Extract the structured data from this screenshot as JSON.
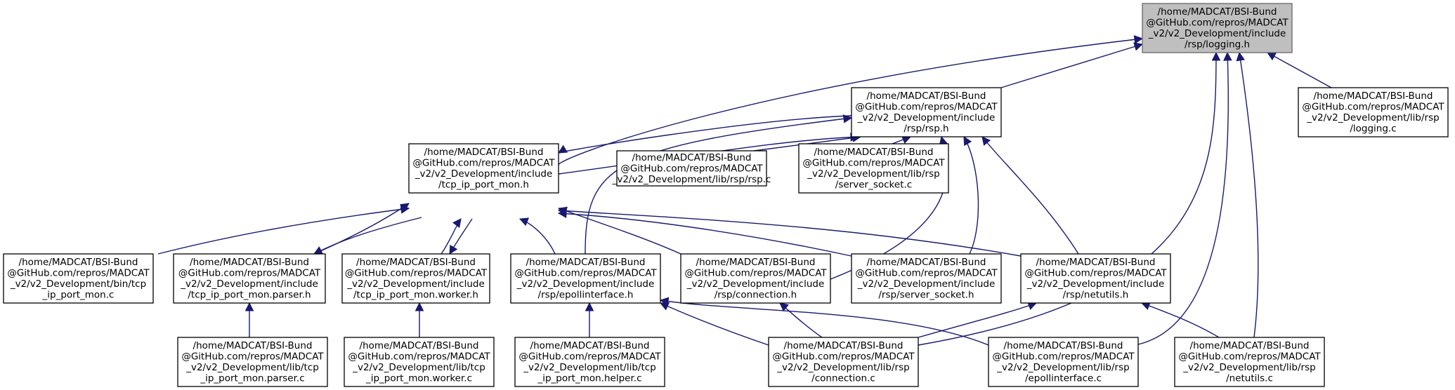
{
  "colors": {
    "edge": "#191970",
    "root_fill": "#bfbfbf",
    "node_border": "#000000"
  },
  "nodes": [
    {
      "id": "logging_h",
      "root": true,
      "lines": [
        "/home/MADCAT/BSI-Bund",
        "@GitHub.com/repros/MADCAT",
        "_v2/v2_Development/include",
        "/rsp/logging.h"
      ]
    },
    {
      "id": "rsp_h",
      "lines": [
        "/home/MADCAT/BSI-Bund",
        "@GitHub.com/repros/MADCAT",
        "_v2/v2_Development/include",
        "/rsp/rsp.h"
      ]
    },
    {
      "id": "logging_c",
      "lines": [
        "/home/MADCAT/BSI-Bund",
        "@GitHub.com/repros/MADCAT",
        "_v2/v2_Development/lib/rsp",
        "/logging.c"
      ]
    },
    {
      "id": "tcp_h",
      "lines": [
        "/home/MADCAT/BSI-Bund",
        "@GitHub.com/repros/MADCAT",
        "_v2/v2_Development/include",
        "/tcp_ip_port_mon.h"
      ]
    },
    {
      "id": "rsp_c",
      "lines": [
        "/home/MADCAT/BSI-Bund",
        "@GitHub.com/repros/MADCAT",
        "_v2/v2_Development/lib/rsp/rsp.c"
      ]
    },
    {
      "id": "server_socket_c",
      "lines": [
        "/home/MADCAT/BSI-Bund",
        "@GitHub.com/repros/MADCAT",
        "_v2/v2_Development/lib/rsp",
        "/server_socket.c"
      ]
    },
    {
      "id": "tcp_c",
      "lines": [
        "/home/MADCAT/BSI-Bund",
        "@GitHub.com/repros/MADCAT",
        "_v2/v2_Development/bin/tcp",
        "_ip_port_mon.c"
      ]
    },
    {
      "id": "parser_h",
      "lines": [
        "/home/MADCAT/BSI-Bund",
        "@GitHub.com/repros/MADCAT",
        "_v2/v2_Development/include",
        "/tcp_ip_port_mon.parser.h"
      ]
    },
    {
      "id": "worker_h",
      "lines": [
        "/home/MADCAT/BSI-Bund",
        "@GitHub.com/repros/MADCAT",
        "_v2/v2_Development/include",
        "/tcp_ip_port_mon.worker.h"
      ]
    },
    {
      "id": "epoll_h",
      "lines": [
        "/home/MADCAT/BSI-Bund",
        "@GitHub.com/repros/MADCAT",
        "_v2/v2_Development/include",
        "/rsp/epollinterface.h"
      ]
    },
    {
      "id": "connection_h",
      "lines": [
        "/home/MADCAT/BSI-Bund",
        "@GitHub.com/repros/MADCAT",
        "_v2/v2_Development/include",
        "/rsp/connection.h"
      ]
    },
    {
      "id": "server_socket_h",
      "lines": [
        "/home/MADCAT/BSI-Bund",
        "@GitHub.com/repros/MADCAT",
        "_v2/v2_Development/include",
        "/rsp/server_socket.h"
      ]
    },
    {
      "id": "netutils_h",
      "lines": [
        "/home/MADCAT/BSI-Bund",
        "@GitHub.com/repros/MADCAT",
        "_v2/v2_Development/include",
        "/rsp/netutils.h"
      ]
    },
    {
      "id": "parser_c",
      "lines": [
        "/home/MADCAT/BSI-Bund",
        "@GitHub.com/repros/MADCAT",
        "_v2/v2_Development/lib/tcp",
        "_ip_port_mon.parser.c"
      ]
    },
    {
      "id": "worker_c",
      "lines": [
        "/home/MADCAT/BSI-Bund",
        "@GitHub.com/repros/MADCAT",
        "_v2/v2_Development/lib/tcp",
        "_ip_port_mon.worker.c"
      ]
    },
    {
      "id": "helper_c",
      "lines": [
        "/home/MADCAT/BSI-Bund",
        "@GitHub.com/repros/MADCAT",
        "_v2/v2_Development/lib/tcp",
        "_ip_port_mon.helper.c"
      ]
    },
    {
      "id": "connection_c",
      "lines": [
        "/home/MADCAT/BSI-Bund",
        "@GitHub.com/repros/MADCAT",
        "_v2/v2_Development/lib/rsp",
        "/connection.c"
      ]
    },
    {
      "id": "epoll_c",
      "lines": [
        "/home/MADCAT/BSI-Bund",
        "@GitHub.com/repros/MADCAT",
        "_v2/v2_Development/lib/rsp",
        "/epollinterface.c"
      ]
    },
    {
      "id": "netutils_c",
      "lines": [
        "/home/MADCAT/BSI-Bund",
        "@GitHub.com/repros/MADCAT",
        "_v2/v2_Development/lib/rsp",
        "/netutils.c"
      ]
    }
  ],
  "edges": [
    {
      "from": "rsp_h",
      "to": "logging_h"
    },
    {
      "from": "logging_c",
      "to": "logging_h"
    },
    {
      "from": "tcp_h",
      "to": "logging_h"
    },
    {
      "from": "connection_c",
      "to": "logging_h"
    },
    {
      "from": "epoll_c",
      "to": "logging_h"
    },
    {
      "from": "netutils_c",
      "to": "logging_h"
    },
    {
      "from": "tcp_h",
      "to": "rsp_h"
    },
    {
      "from": "rsp_c",
      "to": "rsp_h"
    },
    {
      "from": "server_socket_c",
      "to": "rsp_h"
    },
    {
      "from": "rsp_h",
      "to": "tcp_h"
    },
    {
      "from": "epoll_h",
      "to": "rsp_h"
    },
    {
      "from": "connection_h",
      "to": "rsp_h"
    },
    {
      "from": "server_socket_h",
      "to": "rsp_h"
    },
    {
      "from": "netutils_h",
      "to": "rsp_h"
    },
    {
      "from": "tcp_c",
      "to": "tcp_h"
    },
    {
      "from": "parser_h",
      "to": "tcp_h"
    },
    {
      "from": "tcp_h",
      "to": "parser_h"
    },
    {
      "from": "worker_h",
      "to": "tcp_h"
    },
    {
      "from": "tcp_h",
      "to": "worker_h"
    },
    {
      "from": "epoll_h",
      "to": "tcp_h"
    },
    {
      "from": "connection_h",
      "to": "tcp_h"
    },
    {
      "from": "server_socket_h",
      "to": "tcp_h"
    },
    {
      "from": "netutils_h",
      "to": "tcp_h"
    },
    {
      "from": "parser_c",
      "to": "parser_h"
    },
    {
      "from": "worker_c",
      "to": "worker_h"
    },
    {
      "from": "helper_c",
      "to": "epoll_h"
    },
    {
      "from": "connection_c",
      "to": "epoll_h"
    },
    {
      "from": "epoll_c",
      "to": "epoll_h"
    },
    {
      "from": "connection_c",
      "to": "connection_h"
    },
    {
      "from": "connection_c",
      "to": "netutils_h"
    },
    {
      "from": "netutils_c",
      "to": "netutils_h"
    }
  ]
}
